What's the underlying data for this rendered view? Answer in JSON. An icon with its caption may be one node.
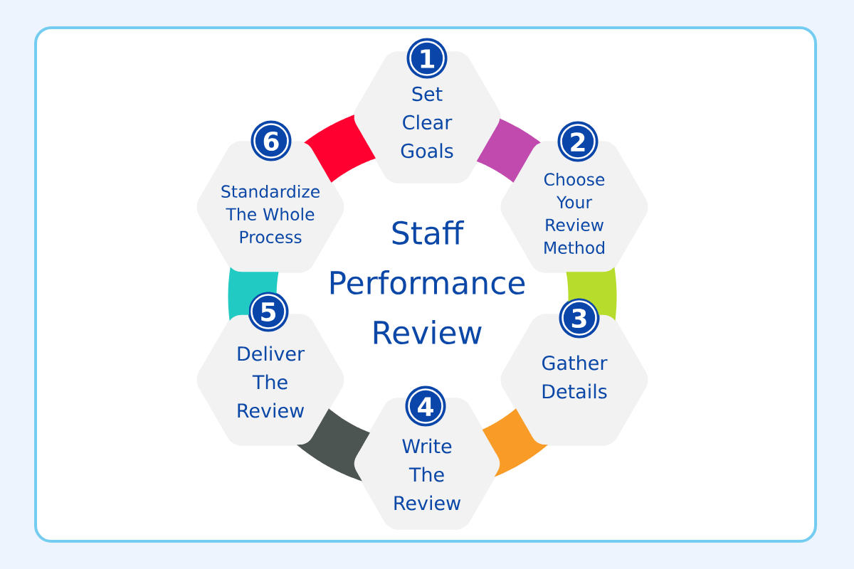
{
  "diagram": {
    "title": "Staff Performance Review",
    "nodes": [
      {
        "text": [
          "1",
          "Set Clear Goals"
        ]
      },
      {
        "text": [
          "2",
          "Choose Your Review Method"
        ]
      },
      {
        "text": [
          "3",
          "Gather Details"
        ]
      },
      {
        "text": [
          "4",
          "Write The Review"
        ]
      },
      {
        "text": [
          "5",
          "Deliver The Review"
        ]
      },
      {
        "text": [
          "6",
          "Standardize The Whole Process"
        ]
      }
    ],
    "edges": [
      {
        "from": 0,
        "to": 1,
        "arrow": "none",
        "color": "#c04aae"
      },
      {
        "from": 1,
        "to": 2,
        "arrow": "none",
        "color": "#b8dc2c"
      },
      {
        "from": 2,
        "to": 3,
        "arrow": "none",
        "color": "#f99b27"
      },
      {
        "from": 3,
        "to": 4,
        "arrow": "none",
        "color": "#4d5552"
      },
      {
        "from": 4,
        "to": 5,
        "arrow": "none",
        "color": "#21cbc3"
      },
      {
        "from": 5,
        "to": 0,
        "arrow": "none",
        "color": "#ff0030"
      }
    ]
  }
}
